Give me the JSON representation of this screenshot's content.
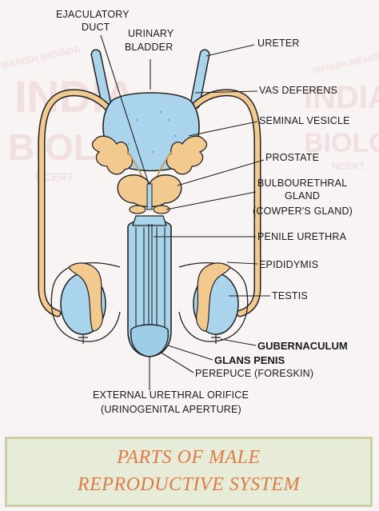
{
  "labels": {
    "ejaculatory_duct": [
      "EJACULATORY",
      "DUCT"
    ],
    "urinary_bladder": [
      "URINARY",
      "BLADDER"
    ],
    "ureter": "URETER",
    "vas_deferens": "VAS DEFERENS",
    "seminal_vesicle": "SEMINAL VESICLE",
    "prostate": "PROSTATE",
    "bulbourethral_gland": [
      "BULBOURETHRAL",
      "GLAND",
      "(COWPER'S GLAND)"
    ],
    "penile_urethra": "PENILE URETHRA",
    "epididymis": "EPIDIDYMIS",
    "testis": "TESTIS",
    "gubernaculum": "GUBERNACULUM",
    "glans_penis": "GLANS PENIS",
    "prepuce": "PEREPUCE (FORESKIN)",
    "orifice": [
      "EXTERNAL URETHRAL ORIFICE",
      "(URINOGENITAL APERTURE)"
    ]
  },
  "watermark": {
    "author": "MANISH MEVADA",
    "word1": "INDIA",
    "word2": "BIOLOGY",
    "tag": "NCERT"
  },
  "caption": {
    "line1": "PARTS OF  MALE",
    "line2": "REPRODUCTIVE SYSTEM"
  },
  "colors": {
    "organ_blue": "#a9d4ec",
    "gland_tan": "#f2c98f",
    "caption_text": "#e07a44",
    "caption_bg": "#e7ecd9"
  }
}
